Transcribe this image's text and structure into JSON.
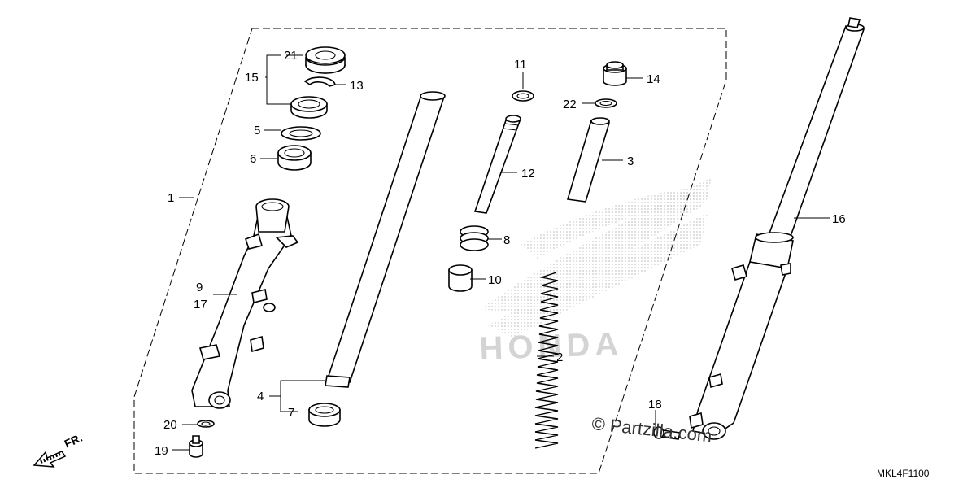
{
  "callouts": {
    "p1": "1",
    "p2": "2",
    "p3": "3",
    "p4": "4",
    "p5": "5",
    "p6": "6",
    "p7": "7",
    "p8": "8",
    "p9": "9",
    "p10": "10",
    "p11": "11",
    "p12": "12",
    "p13": "13",
    "p14": "14",
    "p15": "15",
    "p16": "16",
    "p17": "17",
    "p18": "18",
    "p19": "19",
    "p20": "20",
    "p21": "21",
    "p22": "22"
  },
  "direction": {
    "label": "FR."
  },
  "watermark": {
    "text": "© Partzilla.com",
    "brand": "HONDA"
  },
  "diagram_code": "MKL4F1100",
  "colors": {
    "line": "#000000",
    "watermark": "#cfcfcf"
  }
}
